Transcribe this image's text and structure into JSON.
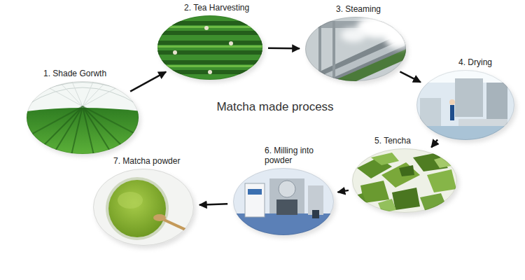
{
  "diagram": {
    "title": "Matcha made process",
    "nodes": [
      {
        "text": [
          "1. Shade Gorwth"
        ]
      },
      {
        "text": [
          "2. Tea Harvesting"
        ]
      },
      {
        "text": [
          "3. Steaming"
        ]
      },
      {
        "text": [
          "4. Drying"
        ]
      },
      {
        "text": [
          "5. Tencha"
        ]
      },
      {
        "text": [
          "6. Milling into powder"
        ]
      },
      {
        "text": [
          "7. Matcha powder"
        ]
      }
    ],
    "edges": [
      {
        "from": 0,
        "to": 1,
        "arrow": "to"
      },
      {
        "from": 1,
        "to": 2,
        "arrow": "to"
      },
      {
        "from": 2,
        "to": 3,
        "arrow": "to"
      },
      {
        "from": 3,
        "to": 4,
        "arrow": "to"
      },
      {
        "from": 4,
        "to": 5,
        "arrow": "to"
      },
      {
        "from": 5,
        "to": 6,
        "arrow": "to"
      }
    ]
  }
}
